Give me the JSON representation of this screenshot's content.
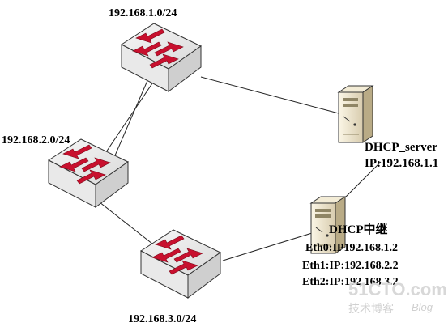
{
  "switches": [
    {
      "id": "sw1",
      "subnet": "192.168.1.0/24"
    },
    {
      "id": "sw2",
      "subnet": "192.168.2.0/24"
    },
    {
      "id": "sw3",
      "subnet": "192.168.3.0/24"
    }
  ],
  "server": {
    "name": "DHCP_server",
    "ip": "IP:192.168.1.1"
  },
  "relay": {
    "name": "DHCP中继",
    "interfaces": [
      "Eth0:IP192.168.1.2",
      "Eth1:IP:192.168.2.2",
      "Eth2:IP:192.168.3.2"
    ]
  },
  "watermark": {
    "site": "51CTO.com",
    "tagline": "技术博客",
    "blog": "Blog"
  },
  "colors": {
    "switch_body": "#e4e4e4",
    "switch_arrow": "#c8102e",
    "server_body": "#e8dfc8",
    "link": "#222222"
  }
}
